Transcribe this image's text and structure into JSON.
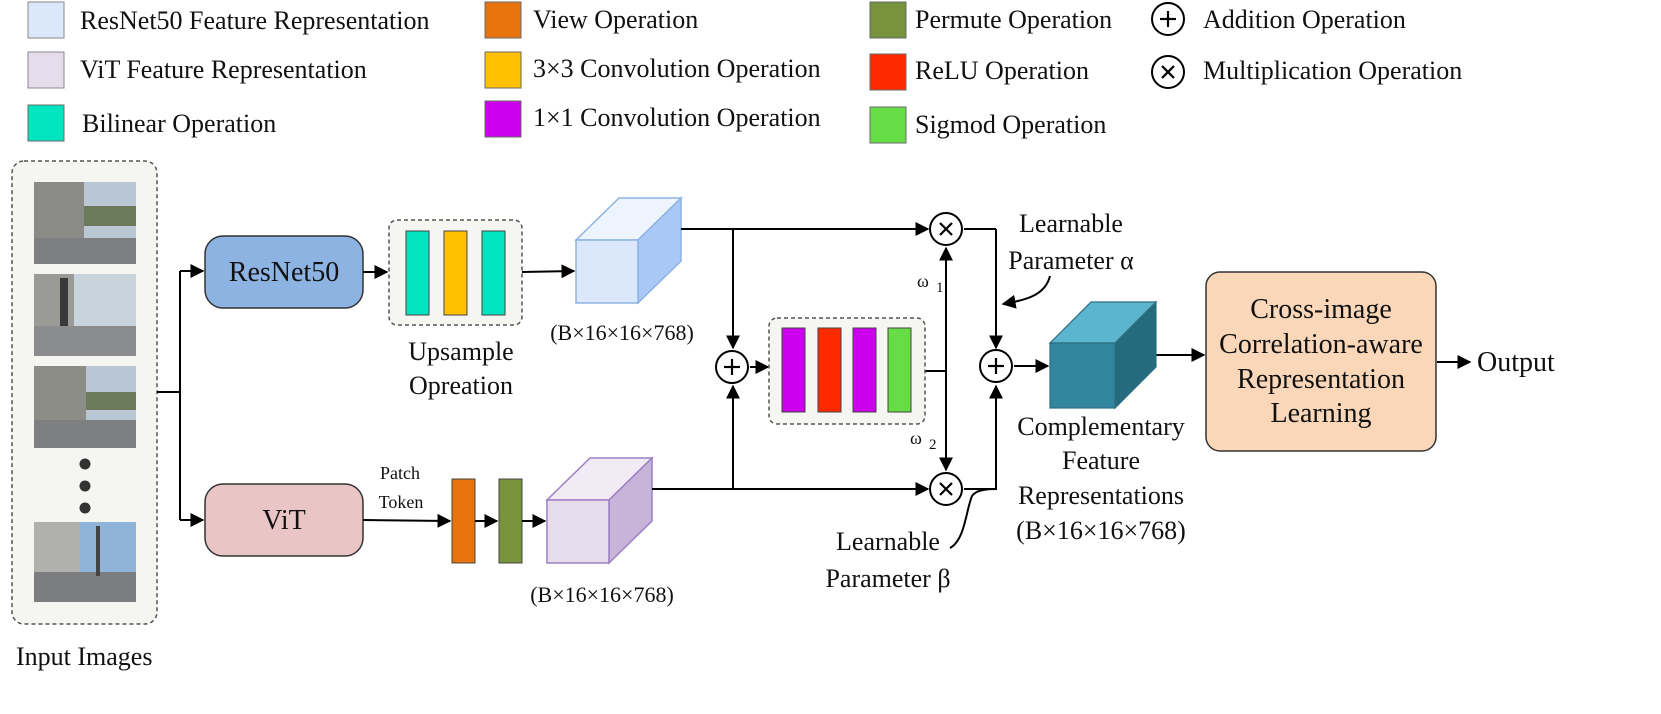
{
  "legend": {
    "resnet_feature": "ResNet50 Feature Representation",
    "vit_feature": "ViT Feature Representation",
    "bilinear": "Bilinear Operation",
    "view": "View Operation",
    "conv3": "3×3 Convolution Operation",
    "conv1": "1×1 Convolution Operation",
    "permute": "Permute Operation",
    "relu": "ReLU Operation",
    "sigmoid": "Sigmod Operation",
    "addition": "Addition Operation",
    "multiplication": "Multiplication Operation"
  },
  "colors": {
    "resnet_feature": "#dbe8fb",
    "vit_feature": "#e6dcec",
    "bilinear": "#00e5c0",
    "view": "#e8720c",
    "conv3": "#ffc000",
    "conv1": "#cc00ee",
    "permute": "#77933c",
    "relu": "#ff2a00",
    "sigmoid": "#66dd44",
    "resnet_box": "#8db3e2",
    "vit_box": "#eac5c5",
    "output_box": "#fad7b8",
    "fused_cube": "#31859c"
  },
  "diagram": {
    "input_label": "Input Images",
    "resnet": "ResNet50",
    "vit": "ViT",
    "upsample_line1": "Upsample",
    "upsample_line2": "Opreation",
    "patch_line1": "Patch",
    "patch_line2": "Token",
    "dim_resnet": "(B×16×16×768)",
    "dim_vit": "(B×16×16×768)",
    "omega1": "ω",
    "omega1_sub": "1",
    "omega2": "ω",
    "omega2_sub": "2",
    "alpha_line1": "Learnable",
    "alpha_line2": "Parameter α",
    "beta_line1": "Learnable",
    "beta_line2": "Parameter β",
    "comp_line1": "Complementary",
    "comp_line2": "Feature",
    "comp_line3": "Representations",
    "comp_line4": "(B×16×16×768)",
    "cross_line1": "Cross-image",
    "cross_line2": "Correlation-aware",
    "cross_line3": "Representation",
    "cross_line4": "Learning",
    "output": "Output"
  }
}
